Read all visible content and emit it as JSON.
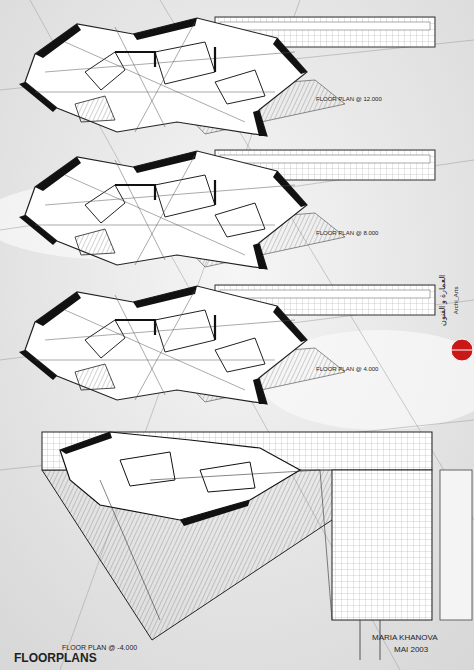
{
  "diagram": {
    "title": "FLOORPLANS",
    "labels": [
      "FLOOR PLAN @ 12.000",
      "FLOOR PLAN @ 8.000",
      "FLOOR PLAN @ 4.000",
      "FLOOR PLAN @ -4.000",
      "MARIA KHANOVA",
      "MAI 2003",
      "العمارة و الفنون",
      "Archi_Arts"
    ]
  }
}
